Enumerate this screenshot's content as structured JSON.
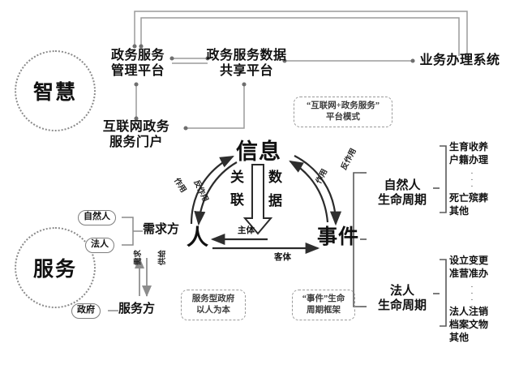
{
  "diagram": {
    "title_hidden": "",
    "circles": [
      {
        "name": "zhihui",
        "label": "智慧"
      },
      {
        "name": "fuwu",
        "label": "服务"
      }
    ],
    "platforms": [
      {
        "id": "mgmt",
        "line1": "政务服务",
        "line2": "管理平台"
      },
      {
        "id": "share",
        "line1": "政务服务数据",
        "line2": "共享平台"
      },
      {
        "id": "biz",
        "line1": "业务办理系统",
        "line2": ""
      },
      {
        "id": "portal",
        "line1": "互联网政务",
        "line2": "服务门户"
      }
    ],
    "callouts": [
      {
        "id": "mode",
        "line1": "“互联网+政务服务”",
        "line2": "平台模式"
      },
      {
        "id": "gov_type",
        "line1": "服务型政府",
        "line2": "以人为本"
      },
      {
        "id": "event_fw",
        "line1": "“事件”生命",
        "line2": "周期框架"
      }
    ],
    "core": {
      "top": "信息",
      "left": "人",
      "right": "事件",
      "arrow_label_1": "关联",
      "arrow_label_2": "数据",
      "axis_top": "主体",
      "axis_bottom": "客体",
      "left_curve_out": "作用",
      "left_curve_back": "反作用",
      "right_curve_out": "作用",
      "right_curve_back": "反作用"
    },
    "service_side": {
      "demand_label": "需求方",
      "supply_label": "服务方",
      "demand_members": [
        "自然人",
        "法人"
      ],
      "supply_members": [
        "政府"
      ],
      "flow_up": "需求",
      "flow_down": "供给"
    },
    "lifecycles": [
      {
        "id": "natural-person",
        "line1": "自然人",
        "line2": "生命周期",
        "items_top": [
          "生育收养",
          "户籍办理"
        ],
        "ellipsis": "⋮",
        "items_bottom": [
          "死亡殡葬",
          "其他"
        ]
      },
      {
        "id": "legal-person",
        "line1": "法人",
        "line2": "生命周期",
        "items_top": [
          "设立变更",
          "准营准办"
        ],
        "ellipsis": "⋮",
        "items_bottom": [
          "法人注销",
          "档案文物",
          "其他"
        ]
      }
    ],
    "colors": {
      "line": "#8c8c8c",
      "dark_line": "#3a3a3a",
      "text": "#111111",
      "dash": "#9a9a9a"
    }
  }
}
